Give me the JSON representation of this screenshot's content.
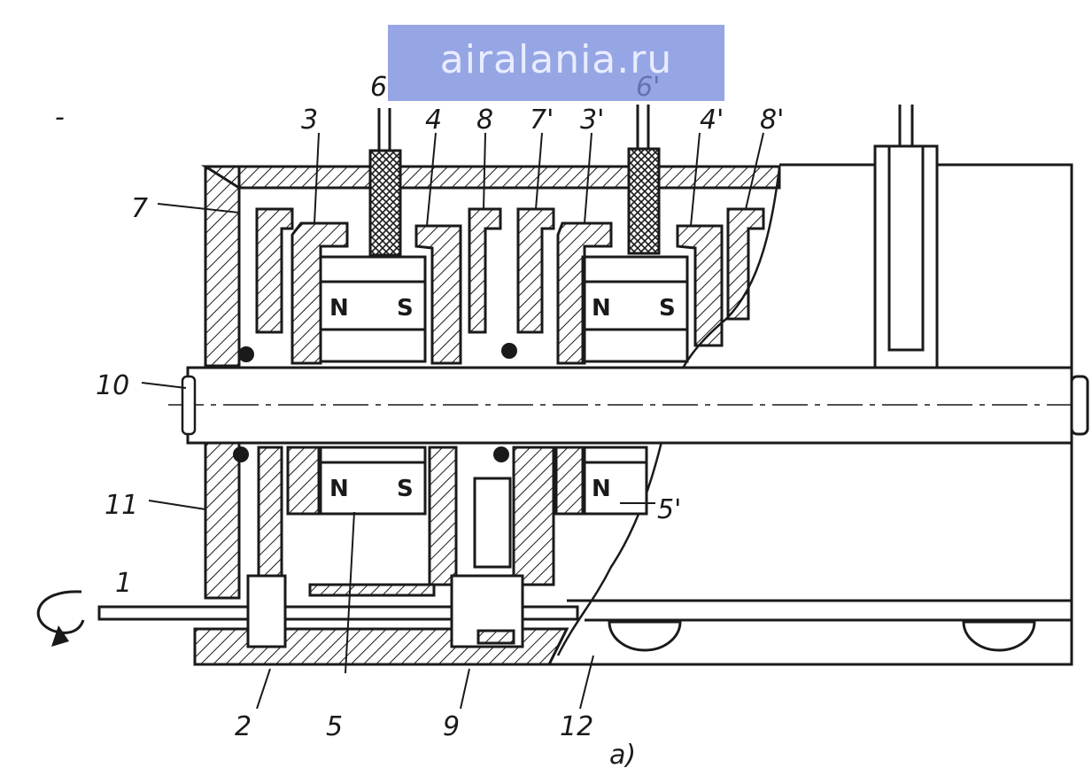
{
  "watermark": {
    "text": "airalania.ru"
  },
  "labels": {
    "l1": "1",
    "l2": "2",
    "l3": "3",
    "l4": "4",
    "l5": "5",
    "l6a": "6",
    "l7": "7",
    "l8": "8",
    "l9": "9",
    "l10": "10",
    "l11": "11",
    "l12": "12",
    "l3p": "3'",
    "l4p": "4'",
    "l5p": "5'",
    "l6b": "6'",
    "l7p": "7'",
    "l8p": "8'"
  },
  "poles": {
    "n": "N",
    "s": "S"
  },
  "caption": "a)",
  "dash": "-",
  "colors": {
    "ink": "#1a1a1a",
    "watermark_bg": "#788cdc",
    "watermark_fg": "#e8ecff"
  }
}
